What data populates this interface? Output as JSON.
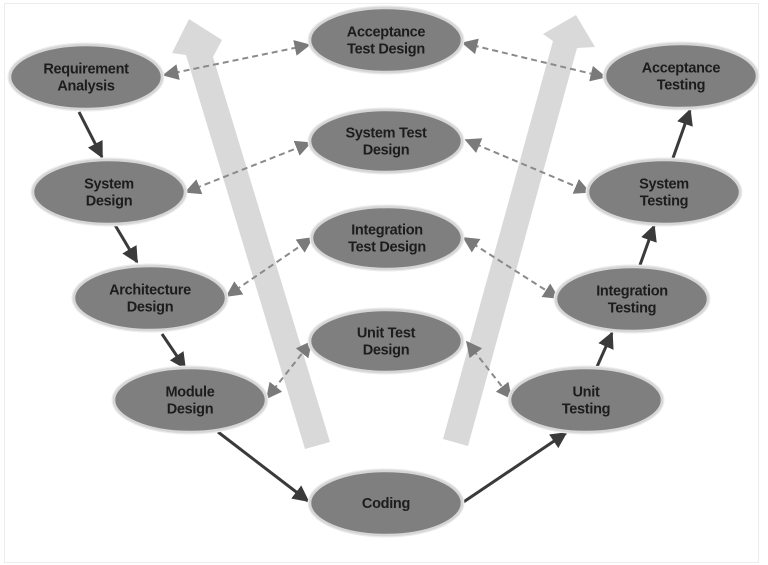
{
  "diagram": {
    "title": "V-Model",
    "colors": {
      "node_fill": "#7f7f7f",
      "node_outline": "#d6d6d6",
      "node_text": "#1c1c1c",
      "flow_arrow": "#3a3a3a",
      "trace_arrow": "#8a8a8a",
      "big_arrow": "#d9d9d9",
      "background": "#ffffff"
    },
    "nodes": [
      {
        "id": "requirement_analysis",
        "group": "verification",
        "lines": [
          "Requirement",
          "Analysis"
        ]
      },
      {
        "id": "system_design",
        "group": "verification",
        "lines": [
          "System",
          "Design"
        ]
      },
      {
        "id": "architecture_design",
        "group": "verification",
        "lines": [
          "Architecture",
          "Design"
        ]
      },
      {
        "id": "module_design",
        "group": "verification",
        "lines": [
          "Module",
          "Design"
        ]
      },
      {
        "id": "acceptance_test_design",
        "group": "test_design",
        "lines": [
          "Acceptance",
          "Test Design"
        ]
      },
      {
        "id": "system_test_design",
        "group": "test_design",
        "lines": [
          "System Test",
          "Design"
        ]
      },
      {
        "id": "integration_test_design",
        "group": "test_design",
        "lines": [
          "Integration",
          "Test Design"
        ]
      },
      {
        "id": "unit_test_design",
        "group": "test_design",
        "lines": [
          "Unit Test",
          "Design"
        ]
      },
      {
        "id": "coding",
        "group": "implementation",
        "lines": [
          "Coding"
        ]
      },
      {
        "id": "unit_testing",
        "group": "validation",
        "lines": [
          "Unit",
          "Testing"
        ]
      },
      {
        "id": "integration_testing",
        "group": "validation",
        "lines": [
          "Integration",
          "Testing"
        ]
      },
      {
        "id": "system_testing",
        "group": "validation",
        "lines": [
          "System",
          "Testing"
        ]
      },
      {
        "id": "acceptance_testing",
        "group": "validation",
        "lines": [
          "Acceptance",
          "Testing"
        ]
      }
    ],
    "flow_edges": [
      {
        "from": "requirement_analysis",
        "to": "system_design",
        "style": "solid",
        "direction": "forward"
      },
      {
        "from": "system_design",
        "to": "architecture_design",
        "style": "solid",
        "direction": "forward"
      },
      {
        "from": "architecture_design",
        "to": "module_design",
        "style": "solid",
        "direction": "forward"
      },
      {
        "from": "module_design",
        "to": "coding",
        "style": "solid",
        "direction": "forward"
      },
      {
        "from": "coding",
        "to": "unit_testing",
        "style": "solid",
        "direction": "forward"
      },
      {
        "from": "unit_testing",
        "to": "integration_testing",
        "style": "solid",
        "direction": "forward"
      },
      {
        "from": "integration_testing",
        "to": "system_testing",
        "style": "solid",
        "direction": "forward"
      },
      {
        "from": "system_testing",
        "to": "acceptance_testing",
        "style": "solid",
        "direction": "forward"
      }
    ],
    "trace_edges": [
      {
        "from": "requirement_analysis",
        "to": "acceptance_test_design",
        "style": "dashed",
        "direction": "both"
      },
      {
        "from": "acceptance_test_design",
        "to": "acceptance_testing",
        "style": "dashed",
        "direction": "both"
      },
      {
        "from": "system_design",
        "to": "system_test_design",
        "style": "dashed",
        "direction": "both"
      },
      {
        "from": "system_test_design",
        "to": "system_testing",
        "style": "dashed",
        "direction": "both"
      },
      {
        "from": "architecture_design",
        "to": "integration_test_design",
        "style": "dashed",
        "direction": "both"
      },
      {
        "from": "integration_test_design",
        "to": "integration_testing",
        "style": "dashed",
        "direction": "both"
      },
      {
        "from": "module_design",
        "to": "unit_test_design",
        "style": "dashed",
        "direction": "both"
      },
      {
        "from": "unit_test_design",
        "to": "unit_testing",
        "style": "dashed",
        "direction": "both"
      }
    ],
    "big_arrows": [
      {
        "id": "left_upward_arrow",
        "direction": "up",
        "label": ""
      },
      {
        "id": "right_upward_arrow",
        "direction": "up",
        "label": ""
      }
    ]
  }
}
